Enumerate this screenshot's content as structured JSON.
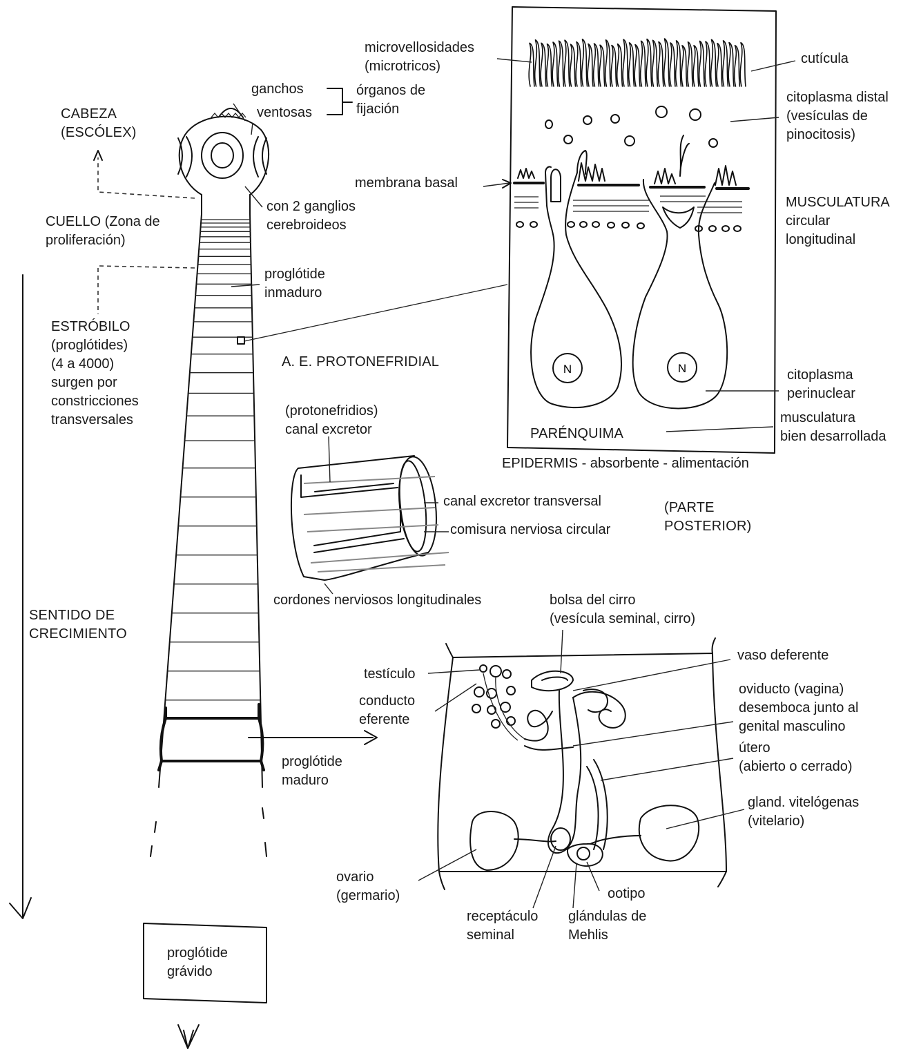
{
  "labels": {
    "ganchos": "ganchos",
    "ventosas": "ventosas",
    "organos": [
      "órganos de",
      "fijación"
    ],
    "cabeza": [
      "CABEZA",
      "(ESCÓLEX)"
    ],
    "ganglios": [
      "con 2 ganglios",
      "cerebroideos"
    ],
    "cuello": [
      "CUELLO (Zona de",
      "proliferación)"
    ],
    "inmaduro": [
      "proglótide",
      "inmaduro"
    ],
    "estrobilo": [
      "ESTRÓBILO",
      "(proglótides)",
      "(4 a 4000)",
      "surgen por",
      "constricciones",
      "transversales"
    ],
    "sentido": [
      "SENTIDO DE",
      "CRECIMIENTO"
    ],
    "maduro": [
      "proglótide",
      "maduro"
    ],
    "gravido": [
      "proglótide",
      "grávido"
    ],
    "microvellosidades": [
      "microvellosidades",
      "(microtricos)"
    ],
    "cuticula": "cutícula",
    "citoplasma_distal": [
      "citoplasma distal",
      "(vesículas de",
      "pinocitosis)"
    ],
    "membrana_basal": "membrana basal",
    "musculatura": [
      "MUSCULATURA",
      "circular",
      "longitudinal"
    ],
    "protonefridial": "A. E. PROTONEFRIDIAL",
    "citoplasma_perinuclear": [
      "citoplasma",
      "perinuclear"
    ],
    "parenquima": "PARÉNQUIMA",
    "musculatura_des": [
      "musculatura",
      "bien desarrollada"
    ],
    "epidermis": "EPIDERMIS - absorbente - alimentación",
    "canal_excretor": [
      "(protonefridios)",
      "canal excretor"
    ],
    "canal_transversal": "canal excretor transversal",
    "comisura": "comisura nerviosa circular",
    "parte_posterior": [
      "(PARTE",
      "POSTERIOR)"
    ],
    "cordones": "cordones nerviosos longitudinales",
    "bolsa_cirro": [
      "bolsa del cirro",
      "(vesícula seminal, cirro)"
    ],
    "vaso_deferente": "vaso deferente",
    "testiculo": "testículo",
    "conducto_eferente": [
      "conducto",
      "eferente"
    ],
    "oviducto": [
      "oviducto (vagina)",
      "desemboca junto al",
      "genital masculino"
    ],
    "utero": [
      "útero",
      "(abierto o cerrado)"
    ],
    "vitelogenas": [
      "gland. vitelógenas",
      "(vitelario)"
    ],
    "ovario": [
      "ovario",
      "(germario)"
    ],
    "ootipo": "ootipo",
    "receptaculo": [
      "receptáculo",
      "seminal"
    ],
    "mehlis": [
      "glándulas de",
      "Mehlis"
    ],
    "nucleus_letter": "N"
  }
}
